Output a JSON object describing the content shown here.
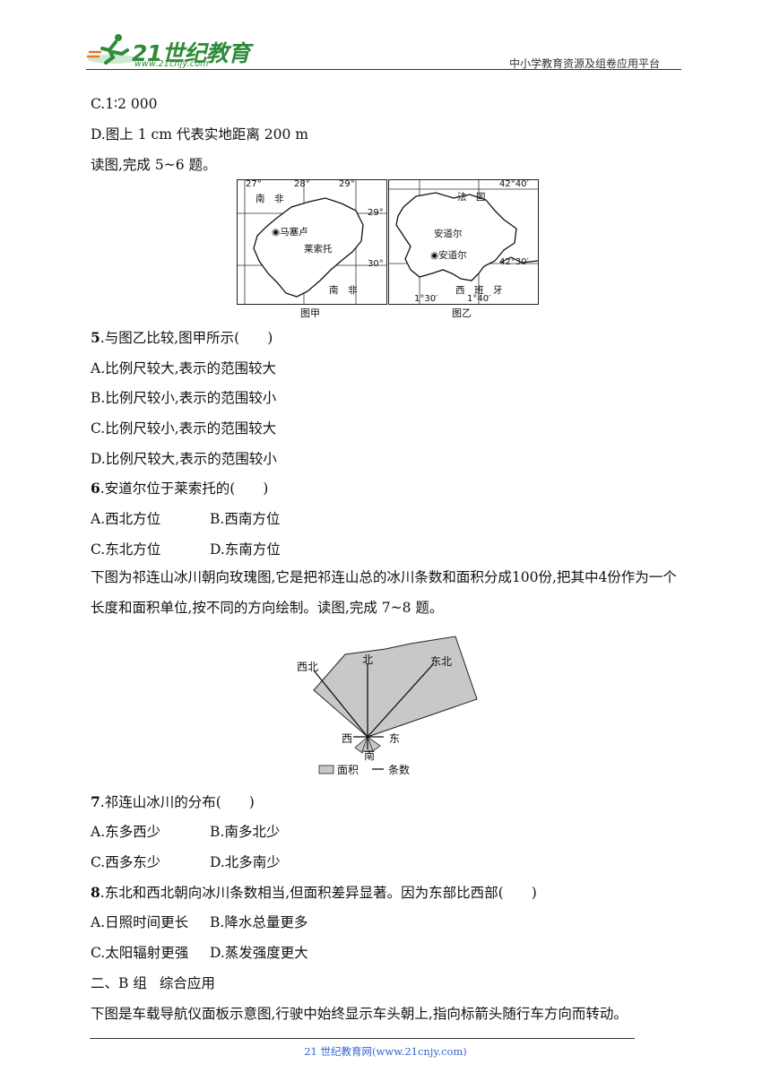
{
  "header": {
    "logo_text": "21世纪教育",
    "logo_url": "www.21cnjy.com",
    "platform": "中小学教育资源及组卷应用平台"
  },
  "lines": {
    "c_option": "C.1∶2 000",
    "d_option": "D.图上 1 cm 代表实地距离 200 m",
    "read_5_6": "读图,完成 5~6 题。"
  },
  "maps": {
    "jia": {
      "caption": "图甲",
      "lon_ticks": [
        "27°",
        "28°",
        "29°"
      ],
      "lat_ticks": [
        "29°",
        "30°"
      ],
      "label_south_africa_top": "南　非",
      "label_south_africa_bottom": "南　非",
      "label_capital": "马塞卢",
      "label_country": "莱索托"
    },
    "yi": {
      "caption": "图乙",
      "label_france": "法　国",
      "label_spain": "西　班　牙",
      "label_country": "安道尔",
      "label_capital": "安道尔",
      "lat_top": "42°40′",
      "lat_bottom": "42°30′",
      "lon_left": "1°30′",
      "lon_right": "1°40′"
    }
  },
  "q5": {
    "num": "5",
    "stem": ".与图乙比较,图甲所示(　　)",
    "a": "A.比例尺较大,表示的范围较大",
    "b": "B.比例尺较小,表示的范围较小",
    "c": "C.比例尺较小,表示的范围较大",
    "d": "D.比例尺较大,表示的范围较小"
  },
  "q6": {
    "num": "6",
    "stem": ".安道尔位于莱索托的(　　)",
    "a": "A.西北方位",
    "b": "B.西南方位",
    "c": "C.东北方位",
    "d": "D.东南方位"
  },
  "intro_7_8": "下图为祁连山冰川朝向玫瑰图,它是把祁连山总的冰川条数和面积分成100份,把其中4份作为一个长度和面积单位,按不同的方向绘制。读图,完成 7~8 题。",
  "rose": {
    "dir_nw": "西北",
    "dir_n": "北",
    "dir_ne": "东北",
    "dir_w": "西",
    "dir_e": "东",
    "dir_s": "南",
    "legend_area": "面积",
    "legend_count": "条数",
    "area_color": "#c8c8c8"
  },
  "q7": {
    "num": "7",
    "stem": ".祁连山冰川的分布(　　)",
    "a": "A.东多西少",
    "b": "B.南多北少",
    "c": "C.西多东少",
    "d": "D.北多南少"
  },
  "q8": {
    "num": "8",
    "stem": ".东北和西北朝向冰川条数相当,但面积差异显著。因为东部比西部(　　)",
    "a": "A.日照时间更长",
    "b": "B.降水总量更多",
    "c": "C.太阳辐射更强",
    "d": "D.蒸发强度更大"
  },
  "section_b": {
    "prefix": "二、B 组",
    "title": "综合应用"
  },
  "last_para": "下图是车载导航仪面板示意图,行驶中始终显示车头朝上,指向标箭头随行车方向而转动。",
  "footer": "21 世纪教育网(www.21cnjy.com)"
}
